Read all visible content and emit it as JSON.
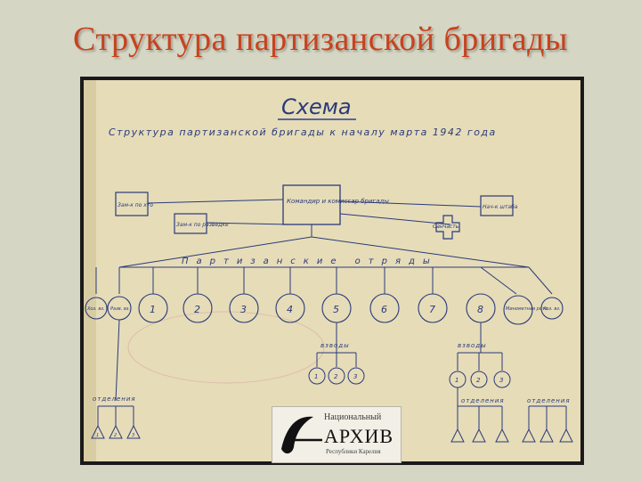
{
  "slide": {
    "title": "Структура партизанской бригады"
  },
  "document": {
    "heading": "Схема",
    "subtitle": "Структура партизанской бригады к началу марта 1942 года",
    "commander_box": "Командир и комиссар бригады",
    "deputy_left": "Зам-к по хто",
    "recon_box": "Зам-к по разведке",
    "right_top_box": "Нач-к штаба",
    "medical_box": "Санчасть",
    "detachments_label": "Партизанские отряды",
    "detachment_numbers": [
      "1",
      "2",
      "3",
      "4",
      "5",
      "6",
      "7",
      "8"
    ],
    "left_small_1": "Хоз. вз.",
    "left_small_2": "Разв. вз.",
    "right_small_1": "Минометная рота",
    "right_small_2": "Хоз. вз.",
    "platoons_label_left": "взводы",
    "platoons_label_right": "взводы",
    "platoon_numbers": [
      "1",
      "2",
      "3"
    ],
    "squads_label": "отделения",
    "squad_numbers": [
      "1",
      "2",
      "3"
    ]
  },
  "logo": {
    "top": "Национальный",
    "main": "АРХИВ",
    "bottom": "Республики Карелия"
  }
}
